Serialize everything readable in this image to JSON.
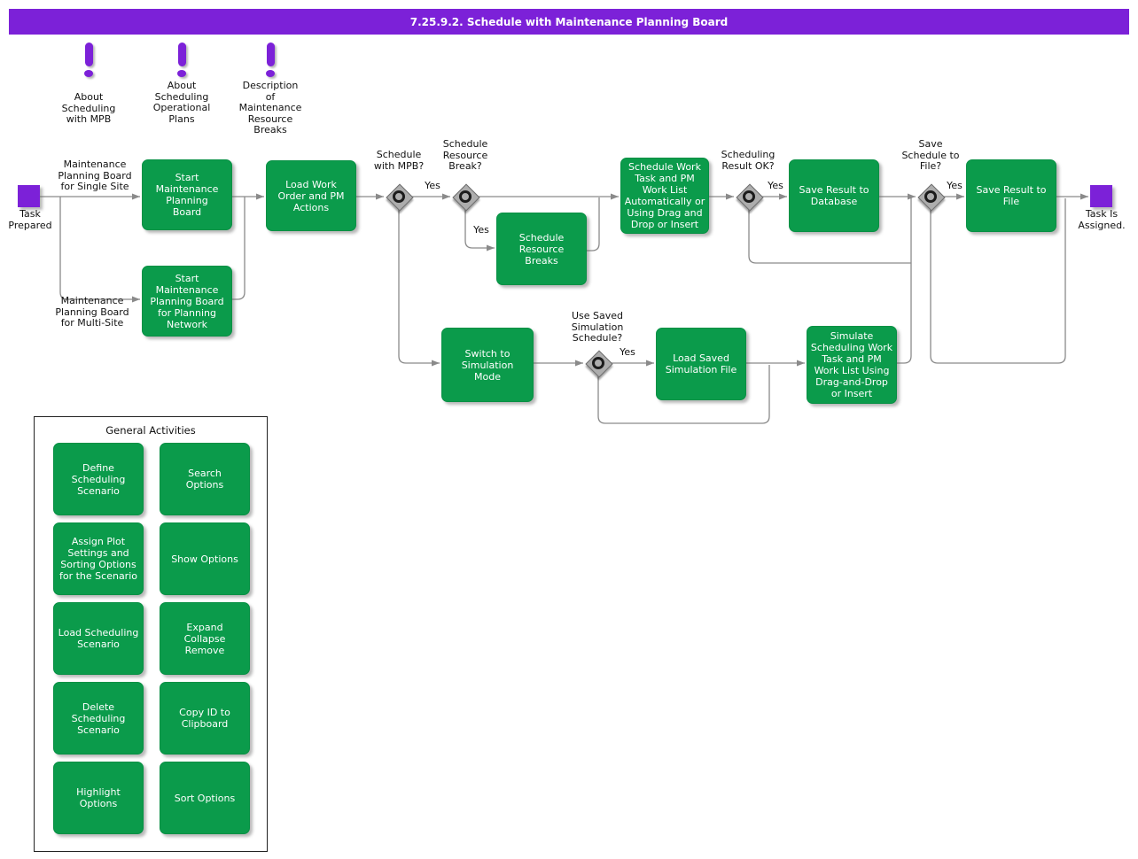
{
  "title": "7.25.9.2. Schedule with Maintenance Planning Board",
  "colors": {
    "accent_purple": "#7c21d8",
    "activity_green": "#0b9b4b",
    "line_gray": "#8a8a8a",
    "diamond_gray": "#adadad"
  },
  "notes": [
    {
      "icon": "exclamation-icon",
      "label": "About\nScheduling\nwith MPB"
    },
    {
      "icon": "exclamation-icon",
      "label": "About\nScheduling\nOperational\nPlans"
    },
    {
      "icon": "exclamation-icon",
      "label": "Description\nof\nMaintenance\nResource\nBreaks"
    }
  ],
  "flow": {
    "start_label": "Task\nPrepared",
    "end_label": "Task Is\nAssigned.",
    "edge_labels": {
      "single_site": "Maintenance\nPlanning Board\nfor Single Site",
      "multi_site": "Maintenance\nPlanning Board\nfor Multi-Site",
      "yes": "Yes"
    },
    "activities": {
      "start_mpb": "Start\nMaintenance\nPlanning\nBoard",
      "start_mpb_network": "Start\nMaintenance\nPlanning Board\nfor Planning\nNetwork",
      "load_work_order": "Load Work\nOrder and PM\nActions",
      "schedule_resource_breaks": "Schedule\nResource\nBreaks",
      "schedule_work_task": "Schedule Work\nTask and PM\nWork List\nAutomatically or\nUsing Drag and\nDrop or Insert",
      "save_db": "Save Result to\nDatabase",
      "save_file": "Save Result to\nFile",
      "switch_sim": "Switch to\nSimulation\nMode",
      "load_sim": "Load Saved\nSimulation File",
      "simulate": "Simulate\nScheduling Work\nTask and PM\nWork List Using\nDrag-and-Drop\nor Insert"
    },
    "decisions": {
      "schedule_with_mpb": "Schedule\nwith MPB?",
      "schedule_resource_break": "Schedule\nResource\nBreak?",
      "scheduling_result_ok": "Scheduling\nResult OK?",
      "save_schedule_to_file": "Save\nSchedule to\nFile?",
      "use_saved_simulation": "Use Saved\nSimulation\nSchedule?"
    }
  },
  "general_activities": {
    "title": "General Activities",
    "items": [
      {
        "label": "Define\nScheduling\nScenario"
      },
      {
        "label": "Search\nOptions"
      },
      {
        "label": "Assign Plot\nSettings and\nSorting Options\nfor the Scenario"
      },
      {
        "label": "Show Options"
      },
      {
        "label": "Load Scheduling\nScenario"
      },
      {
        "label": "Expand\nCollapse\nRemove"
      },
      {
        "label": "Delete\nScheduling\nScenario"
      },
      {
        "label": "Copy ID to\nClipboard"
      },
      {
        "label": "Highlight\nOptions"
      },
      {
        "label": "Sort Options"
      }
    ]
  }
}
